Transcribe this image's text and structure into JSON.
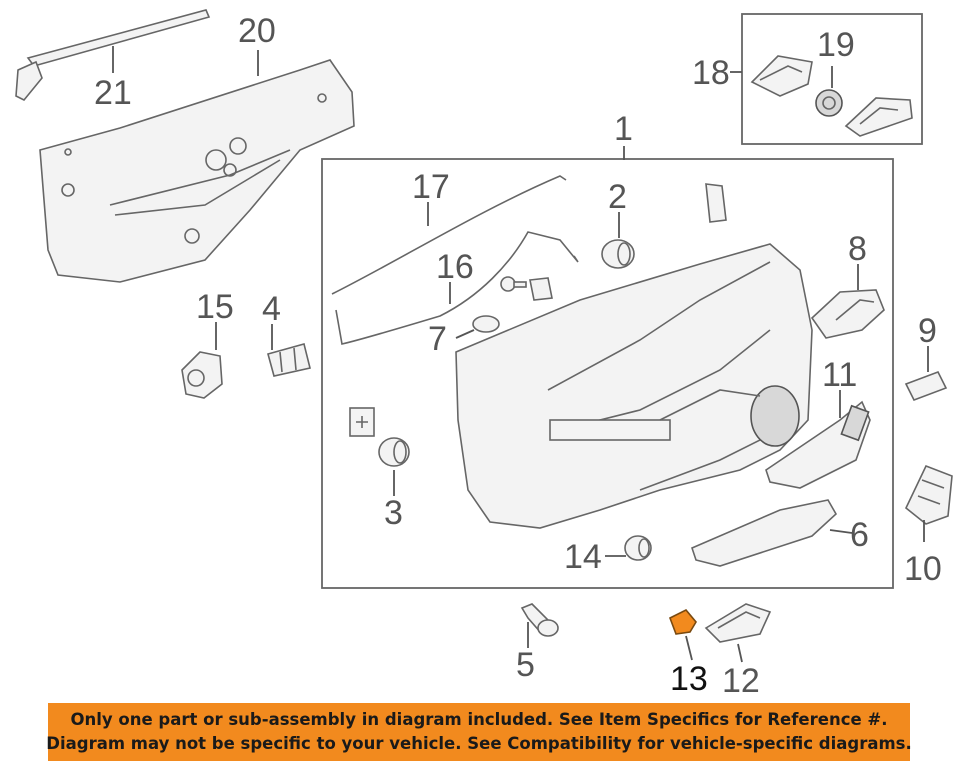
{
  "callouts": {
    "n1": "1",
    "n2": "2",
    "n3": "3",
    "n4": "4",
    "n5": "5",
    "n6": "6",
    "n7": "7",
    "n8": "8",
    "n9": "9",
    "n10": "10",
    "n11": "11",
    "n12": "12",
    "n13": "13",
    "n14": "14",
    "n15": "15",
    "n16": "16",
    "n17": "17",
    "n18": "18",
    "n19": "19",
    "n20": "20",
    "n21": "21"
  },
  "highlight_color": "#f28a1e",
  "notice": {
    "line1": "Only one part or sub-assembly in diagram included. See Item Specifics for Reference #.",
    "line2": "Diagram may not be specific to your vehicle. See Compatibility for vehicle-specific diagrams."
  }
}
